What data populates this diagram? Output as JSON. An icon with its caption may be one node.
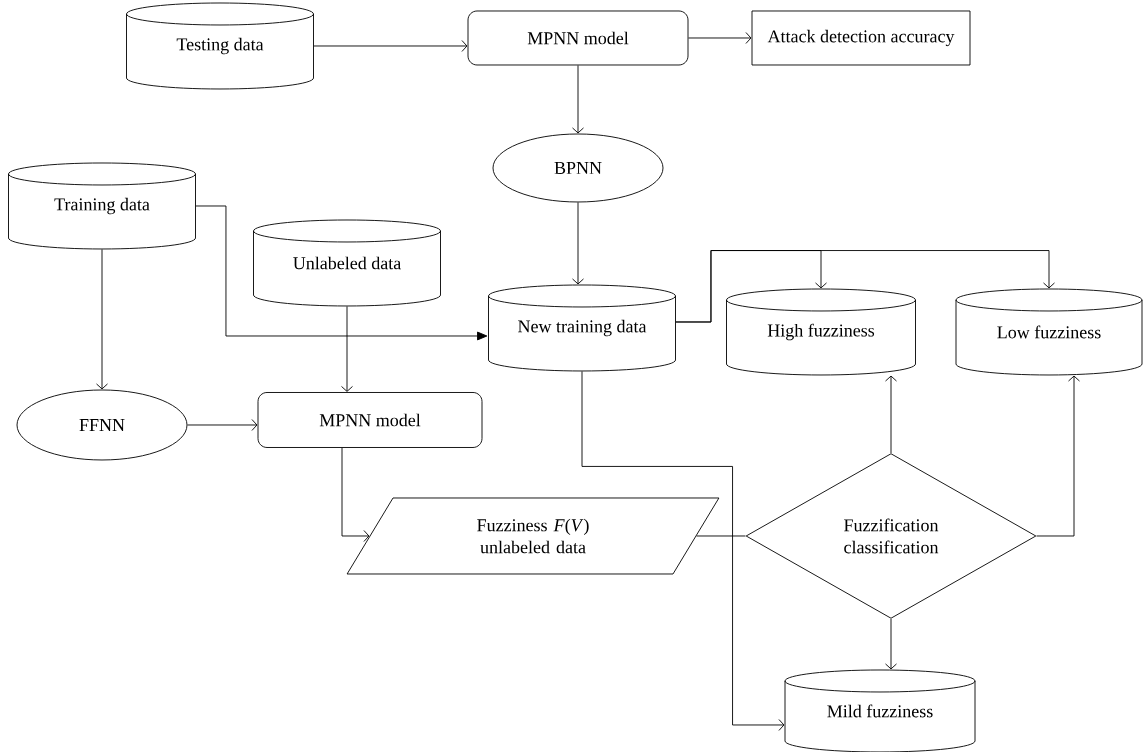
{
  "diagram": {
    "nodes": [
      {
        "text": [
          "Testing data"
        ]
      },
      {
        "text": [
          "MPNN model"
        ]
      },
      {
        "text": [
          "Attack detection accuracy"
        ]
      },
      {
        "text": [
          "BPNN"
        ]
      },
      {
        "text": [
          "Training data"
        ]
      },
      {
        "text": [
          "Unlabeled data"
        ]
      },
      {
        "text": [
          "New training data"
        ]
      },
      {
        "text": [
          "High fuzziness"
        ]
      },
      {
        "text": [
          "Low fuzziness"
        ]
      },
      {
        "text": [
          "FFNN"
        ]
      },
      {
        "text": [
          "MPNN model"
        ]
      },
      {
        "text": [
          "Fuzziness *F*(*V*) unlabeled data"
        ]
      },
      {
        "text": [
          "Fuzzification classification"
        ]
      },
      {
        "text": [
          "Mild fuzziness"
        ]
      }
    ],
    "edges": [
      {
        "from": 0,
        "to": 1,
        "arrow": "to"
      },
      {
        "from": 1,
        "to": 2,
        "arrow": "to"
      },
      {
        "from": 1,
        "to": 3,
        "arrow": "to"
      },
      {
        "from": 3,
        "to": 6,
        "arrow": "to"
      },
      {
        "from": 4,
        "to": 9,
        "arrow": "to"
      },
      {
        "from": 4,
        "to": 6,
        "arrow": "to"
      },
      {
        "from": 5,
        "to": 10,
        "arrow": "to"
      },
      {
        "from": 9,
        "to": 10,
        "arrow": "to"
      },
      {
        "from": 10,
        "to": 11,
        "arrow": "to"
      },
      {
        "from": 6,
        "to": 7,
        "arrow": "to"
      },
      {
        "from": 6,
        "to": 8,
        "arrow": "to"
      },
      {
        "from": 6,
        "to": 13,
        "arrow": "to"
      },
      {
        "from": 11,
        "to": 12,
        "arrow": "none"
      },
      {
        "from": 12,
        "to": 7,
        "arrow": "to"
      },
      {
        "from": 12,
        "to": 8,
        "arrow": "to"
      },
      {
        "from": 12,
        "to": 13,
        "arrow": "to"
      }
    ]
  }
}
